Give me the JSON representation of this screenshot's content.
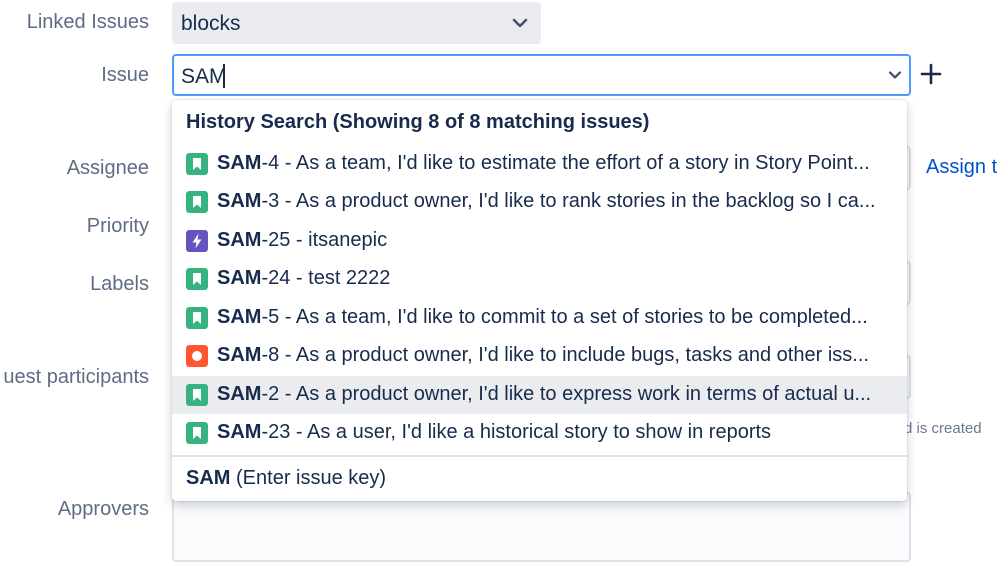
{
  "form": {
    "linked_issues_label": "Linked Issues",
    "linked_issues_value": "blocks",
    "issue_label": "Issue",
    "issue_value": "SAM",
    "assignee_label": "Assignee",
    "priority_label": "Priority",
    "labels_label": "Labels",
    "request_participants_label": "uest participants",
    "approvers_label": "Approvers",
    "assign_link": "Assign t",
    "helper_text": "d is created"
  },
  "dropdown": {
    "header": "History Search (Showing 8 of 8 matching issues)",
    "items": [
      {
        "prefix": "SAM",
        "key_suffix": "-4",
        "summary": " - As a team, I'd like to estimate the effort of a story in Story Point...",
        "type": "story-icon"
      },
      {
        "prefix": "SAM",
        "key_suffix": "-3",
        "summary": " - As a product owner, I'd like to rank stories in the backlog so I ca...",
        "type": "story-icon"
      },
      {
        "prefix": "SAM",
        "key_suffix": "-25",
        "summary": " - itsanepic",
        "type": "epic-icon"
      },
      {
        "prefix": "SAM",
        "key_suffix": "-24",
        "summary": " - test 2222",
        "type": "story-icon"
      },
      {
        "prefix": "SAM",
        "key_suffix": "-5",
        "summary": " - As a team, I'd like to commit to a set of stories to be completed...",
        "type": "story-icon"
      },
      {
        "prefix": "SAM",
        "key_suffix": "-8",
        "summary": " - As a product owner, I'd like to include bugs, tasks and other iss...",
        "type": "bug-icon"
      },
      {
        "prefix": "SAM",
        "key_suffix": "-2",
        "summary": " - As a product owner, I'd like to express work in terms of actual u...",
        "type": "story-icon"
      },
      {
        "prefix": "SAM",
        "key_suffix": "-23",
        "summary": " - As a user, I'd like a historical story to show in reports",
        "type": "story-icon"
      }
    ],
    "footer_key": "SAM",
    "footer_hint": " (Enter issue key)"
  },
  "colors": {
    "story": "#36b37e",
    "epic": "#6554c0",
    "bug": "#ff5630",
    "focus": "#4c9aff",
    "link": "#0052cc"
  }
}
